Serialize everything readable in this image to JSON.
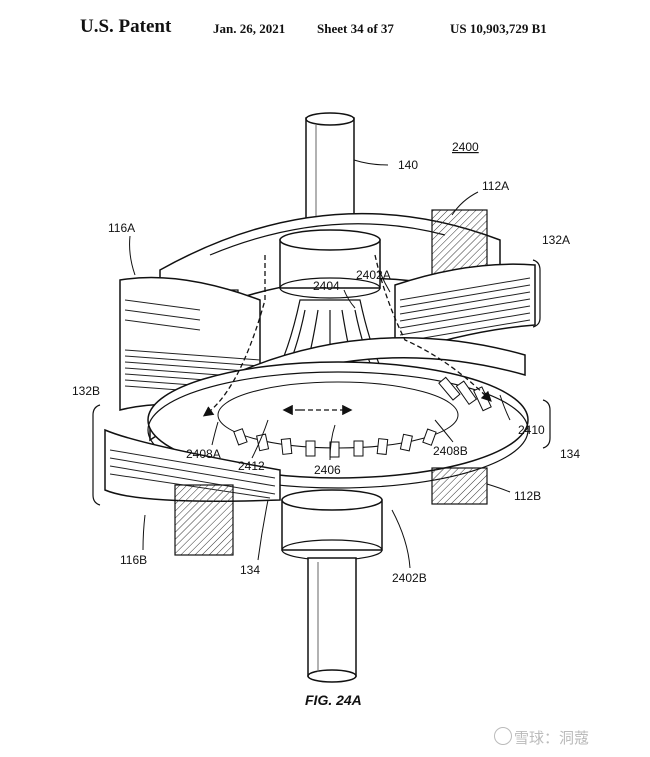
{
  "header": {
    "office": "U.S. Patent",
    "date": "Jan. 26, 2021",
    "sheet": "Sheet 34 of 37",
    "patent_number": "US 10,903,729 B1"
  },
  "figure": {
    "id": "2400",
    "caption": "FIG. 24A",
    "labels": {
      "shaft": "140",
      "stator_top": "112A",
      "stator_bottom": "112B",
      "winding_top_left": "116A",
      "winding_bottom_left": "116B",
      "lamination_top_right": "132A",
      "lamination_left": "132B",
      "rotor_disk_right": "134",
      "rotor_disk_bottom": "134",
      "bearing_top": "2402A",
      "bearing_bottom": "2402B",
      "impeller": "2404",
      "flow_arrow": "2406",
      "flow_left": "2408A",
      "flow_right": "2408B",
      "disk_edge": "2410",
      "spoke": "2412"
    }
  },
  "watermark": {
    "text": "雪球：洞蔻"
  }
}
